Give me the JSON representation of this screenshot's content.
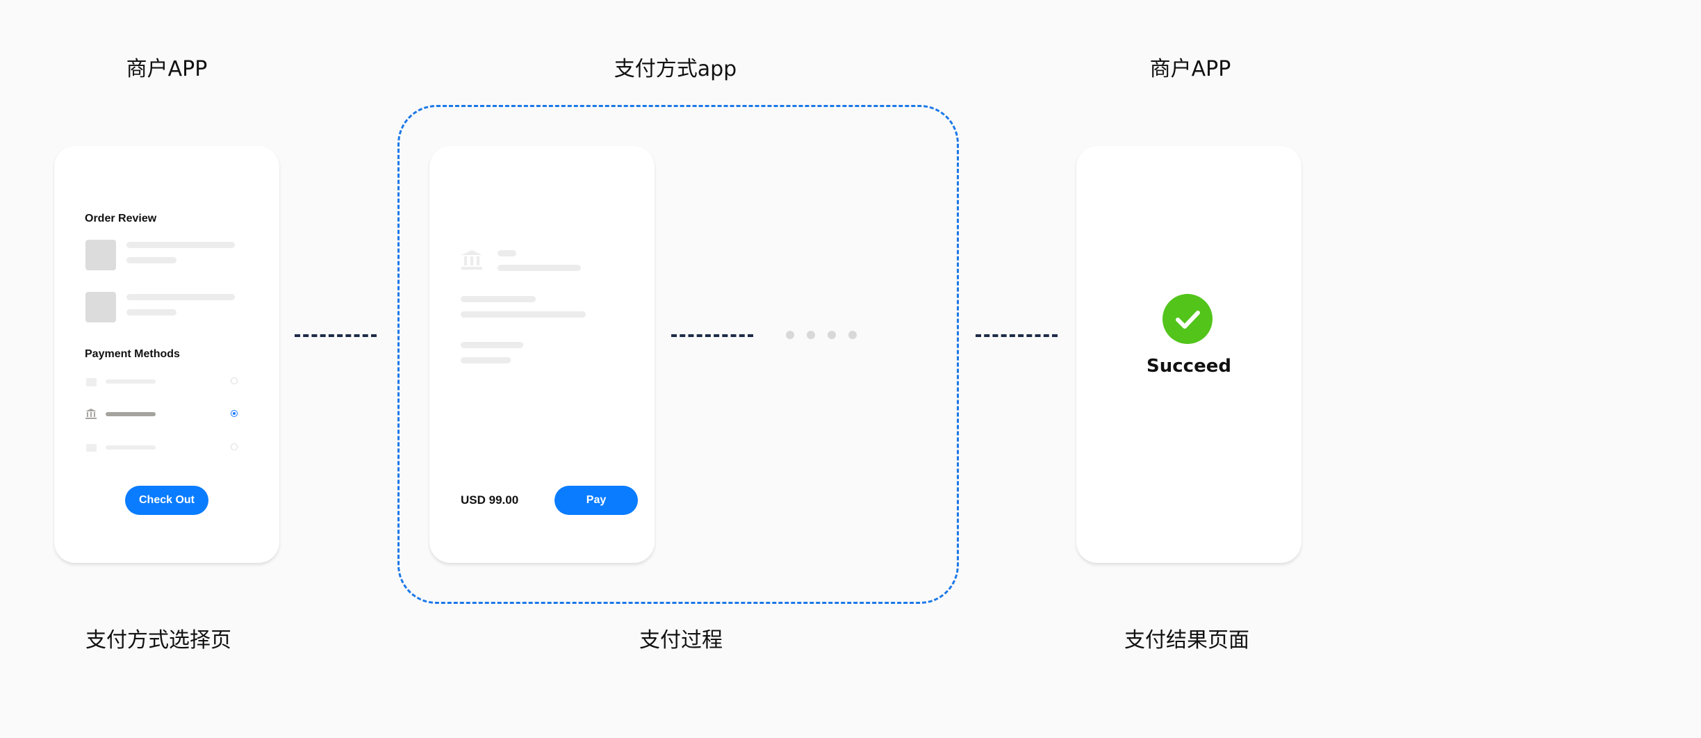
{
  "stages": {
    "left_title": "商户APP",
    "middle_title": "支付方式app",
    "right_title": "商户APP",
    "left_caption": "支付方式选择页",
    "middle_caption": "支付过程",
    "right_caption": "支付结果页面"
  },
  "merchant_screen": {
    "order_review_title": "Order Review",
    "payment_methods_title": "Payment Methods",
    "selected_method_index": 1,
    "checkout_button": "Check Out"
  },
  "payment_screen": {
    "amount": "USD 99.00",
    "pay_button": "Pay"
  },
  "result_screen": {
    "status_text": "Succeed"
  },
  "colors": {
    "accent_blue": "#0a7cff",
    "group_border": "#1b78e8",
    "connector": "#1e2b48",
    "success_green": "#52c41a"
  }
}
